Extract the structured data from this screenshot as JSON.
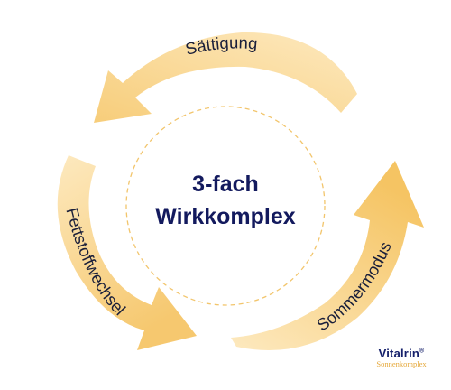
{
  "center": {
    "line1": "3-fach",
    "line2": "Wirkkomplex"
  },
  "arrows": [
    {
      "label": "Sättigung"
    },
    {
      "label": "Fettstoffwechsel"
    },
    {
      "label": "Sommermodus"
    }
  ],
  "brand": {
    "name": "Vitalrin",
    "mark": "®",
    "tagline": "Sonnenkomplex"
  },
  "colors": {
    "arrow_light": "#fce7b8",
    "arrow_dark": "#f5c15e",
    "ring": "#f2c56c",
    "title": "#131a5e"
  }
}
